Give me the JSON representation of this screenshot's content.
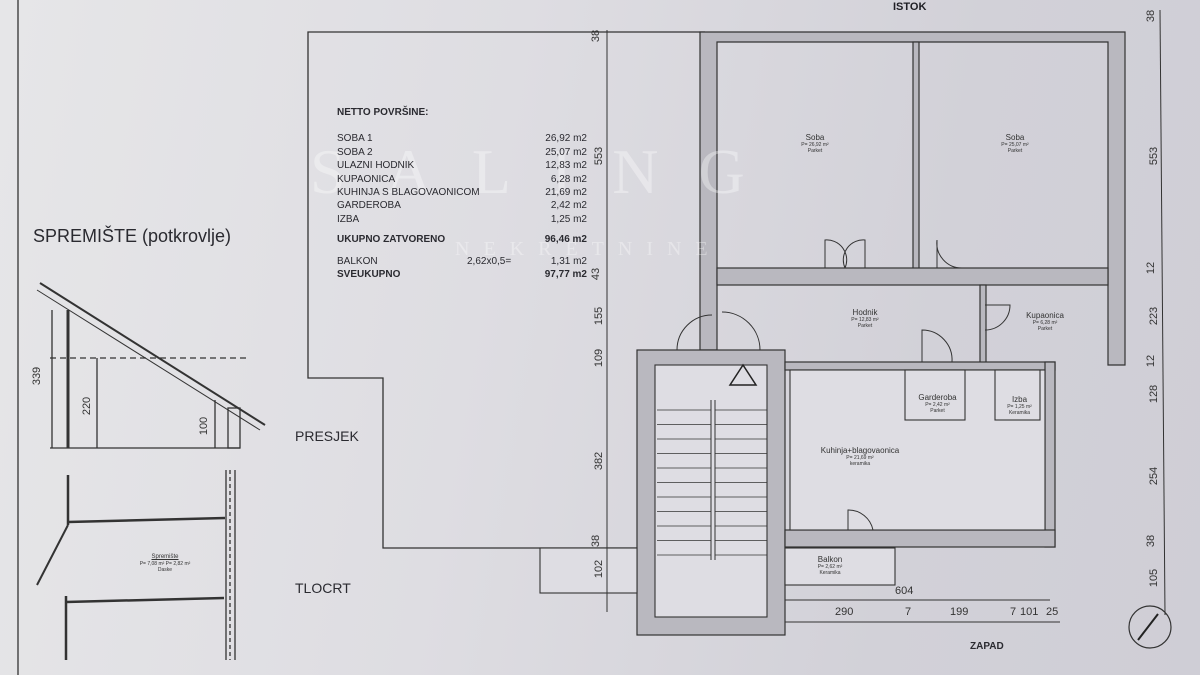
{
  "orientation": {
    "east": "ISTOK",
    "west": "ZAPAD"
  },
  "attic": {
    "title": "SPREMIŠTE (potkrovlje)",
    "section_label": "PRESJEK",
    "plan_label": "TLOCRT",
    "section_dims": [
      "339",
      "220",
      "100"
    ],
    "room": {
      "name": "Spremište",
      "area": "P= 7,08 m²  P= 2,82 m²",
      "floor": "Daske"
    }
  },
  "areas_table": {
    "title": "NETTO POVRŠINE:",
    "rows": [
      {
        "label": "SOBA 1",
        "value": "26,92 m2"
      },
      {
        "label": "SOBA 2",
        "value": "25,07 m2"
      },
      {
        "label": "ULAZNI HODNIK",
        "value": "12,83 m2"
      },
      {
        "label": "KUPAONICA",
        "value": "6,28 m2"
      },
      {
        "label": "KUHINJA S BLAGOVAONICOM",
        "value": "21,69 m2"
      },
      {
        "label": "GARDEROBA",
        "value": "2,42 m2"
      },
      {
        "label": "IZBA",
        "value": "1,25 m2"
      }
    ],
    "total_closed": {
      "label": "UKUPNO ZATVORENO",
      "value": "96,46 m2"
    },
    "balcony": {
      "label": "BALKON",
      "formula": "2,62x0,5=",
      "value": "1,31 m2"
    },
    "grand_total": {
      "label": "SVEUKUPNO",
      "value": "97,77 m2"
    }
  },
  "rooms": {
    "soba1": {
      "name": "Soba",
      "area": "P= 26,92 m²",
      "floor": "Parket"
    },
    "soba2": {
      "name": "Soba",
      "area": "P= 25,07 m²",
      "floor": "Parket"
    },
    "hodnik": {
      "name": "Hodnik",
      "area": "P= 12,83 m²",
      "floor": "Parket"
    },
    "kupaonica": {
      "name": "Kupaonica",
      "area": "P= 6,28 m²",
      "floor": "Parket"
    },
    "garderoba": {
      "name": "Garderoba",
      "area": "P= 2,42 m²",
      "floor": "Parket"
    },
    "izba": {
      "name": "Izba",
      "area": "P= 1,25 m²",
      "floor": "Keramika"
    },
    "kuhinja": {
      "name": "Kuhinja+blagovaonica",
      "area": "P= 21,69 m²",
      "floor": "keramika"
    },
    "balkon": {
      "name": "Balkon",
      "area": "P= 2,62 m²",
      "floor": "Keramika"
    }
  },
  "dimensions": {
    "left": [
      "38",
      "553",
      "43",
      "155",
      "109",
      "382",
      "38",
      "102"
    ],
    "right": [
      "38",
      "553",
      "12",
      "223",
      "12",
      "128",
      "254",
      "38",
      "105"
    ],
    "bottom_total": "604",
    "bottom": [
      "290",
      "7",
      "199",
      "7",
      "101",
      "25"
    ]
  },
  "watermark": {
    "line1": "SALING",
    "line2": "NEKRETNINE"
  }
}
